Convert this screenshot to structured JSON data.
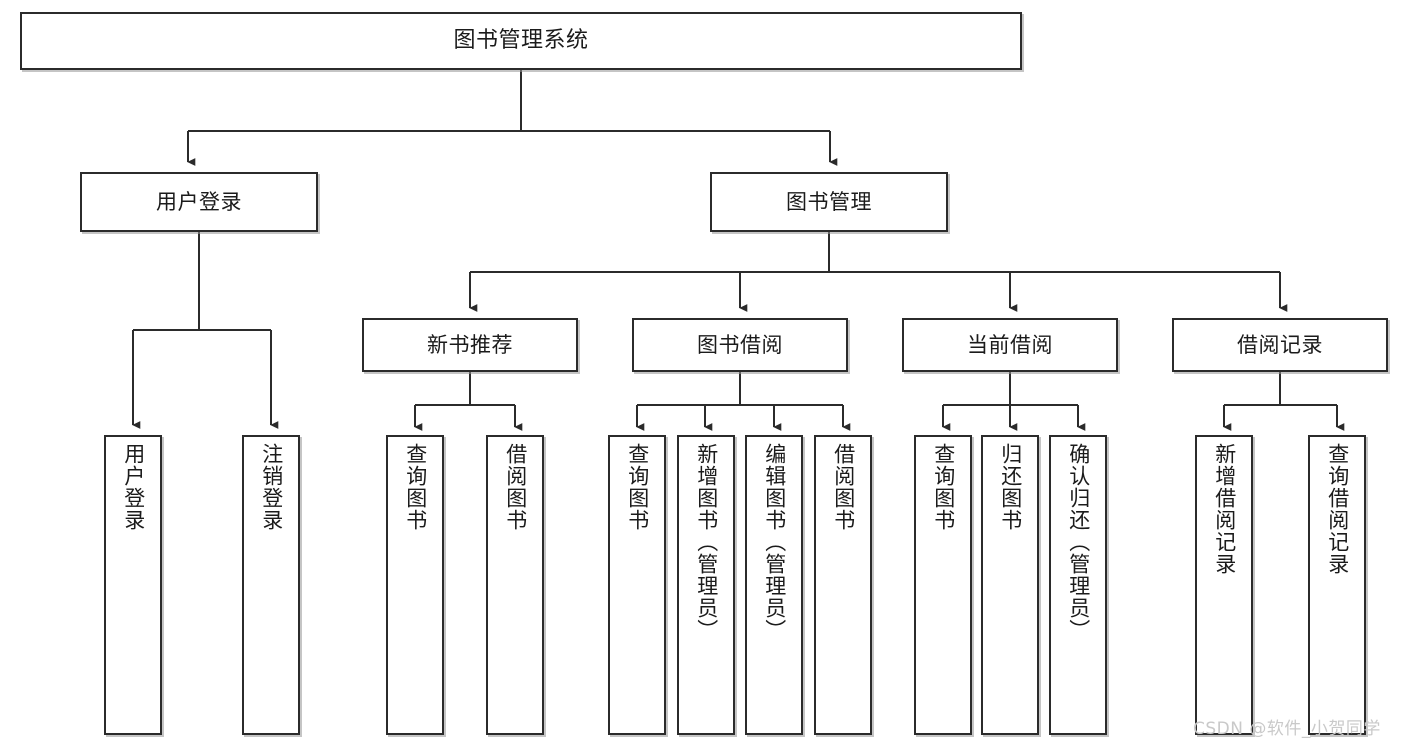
{
  "diagram": {
    "type": "tree",
    "title": "图书管理系统",
    "orientation": "top-down",
    "colors": {
      "box_border": "#2b2b2b",
      "box_fill": "#ffffff",
      "connector": "#2b2b2b",
      "background": "#ffffff",
      "watermark": "#c9c9c9"
    },
    "nodes": {
      "root": {
        "label": "图书管理系统"
      },
      "level2": [
        {
          "label": "用户登录"
        },
        {
          "label": "图书管理"
        }
      ],
      "level3": [
        {
          "label": "新书推荐"
        },
        {
          "label": "图书借阅"
        },
        {
          "label": "当前借阅"
        },
        {
          "label": "借阅记录"
        }
      ],
      "leaves_user_login": [
        {
          "label": "用户登录"
        },
        {
          "label": "注销登录"
        }
      ],
      "leaves_new_book": [
        {
          "label": "查询图书"
        },
        {
          "label": "借阅图书"
        }
      ],
      "leaves_borrow": [
        {
          "label": "查询图书"
        },
        {
          "label": "新增图书（管理员）"
        },
        {
          "label": "编辑图书（管理员）"
        },
        {
          "label": "借阅图书"
        }
      ],
      "leaves_current": [
        {
          "label": "查询图书"
        },
        {
          "label": "归还图书"
        },
        {
          "label": "确认归还（管理员）"
        }
      ],
      "leaves_record": [
        {
          "label": "新增借阅记录"
        },
        {
          "label": "查询借阅记录"
        }
      ]
    }
  },
  "watermark": {
    "text": "CSDN @软件_小贺同学"
  }
}
